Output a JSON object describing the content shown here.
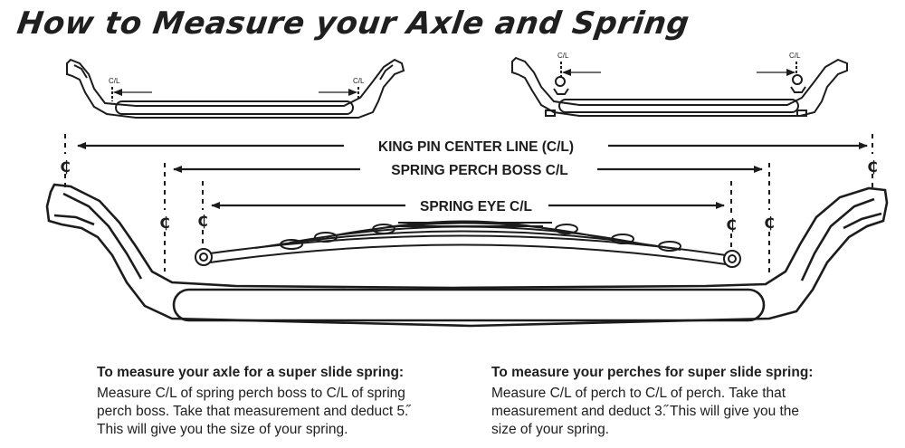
{
  "title": "How to Measure your Axle and Spring",
  "diagram": {
    "king_pin_label": "KING PIN CENTER LINE (C/L)",
    "perch_boss_label": "SPRING PERCH BOSS C/L",
    "spring_eye_label": "SPRING EYE C/L",
    "cl_small": "C/L",
    "cl_symbol": "₵"
  },
  "instructions": {
    "left": {
      "heading": "To measure your axle for a super slide spring:",
      "line1": "Measure C/L of spring perch boss to C/L of spring",
      "line2": "perch boss. Take that measurement and deduct 5.̋",
      "line3": "This will give you the size of your spring."
    },
    "right": {
      "heading": "To measure your perches for super slide spring:",
      "line1": "Measure C/L of perch to C/L of perch. Take that",
      "line2": "measurement and deduct 3.̋  This will give you the",
      "line3": "size of your spring."
    }
  }
}
